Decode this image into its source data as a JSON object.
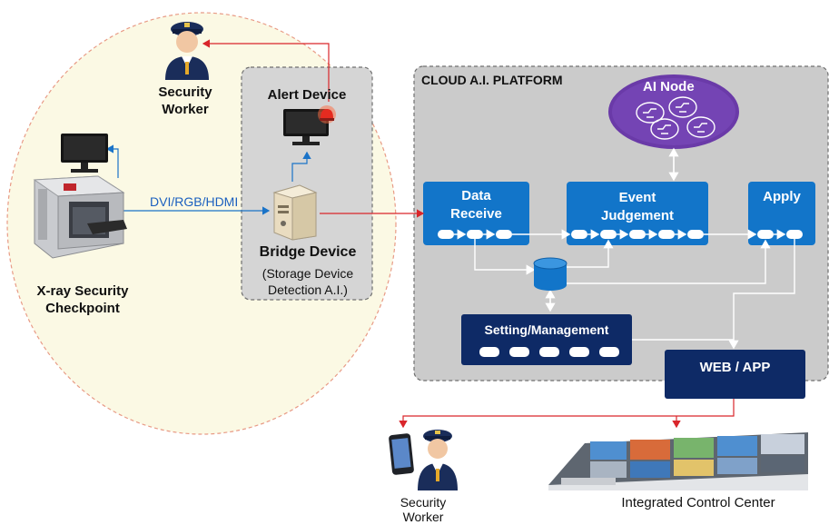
{
  "labels": {
    "security_worker_top": [
      "Security",
      "Worker"
    ],
    "alert_device": "Alert Device",
    "cable": "DVI/RGB/HDMI",
    "xray": [
      "X-ray Security",
      "Checkpoint"
    ],
    "bridge_title": "Bridge Device",
    "bridge_sub": [
      "(Storage Device",
      "Detection A.I.)"
    ],
    "platform_title": "CLOUD A.I. PLATFORM",
    "ai_node": "AI Node",
    "data_receive": [
      "Data",
      "Receive"
    ],
    "event_judgement": [
      "Event",
      "Judgement"
    ],
    "apply": "Apply",
    "setting": "Setting/Management",
    "web_app": "WEB / APP",
    "security_worker_bottom": [
      "Security",
      "Worker"
    ],
    "control_center": "Integrated Control Center"
  },
  "colors": {
    "module_blue": "#1275c9",
    "navy": "#0e2a66",
    "ai_purple": "#6a3aa8",
    "alert_red": "#d9262b",
    "field_fill": "#fbf9e4",
    "field_border": "#e89b86"
  },
  "icons": [
    "security-guard-icon",
    "monitor-icon",
    "alarm-light-icon",
    "server-icon",
    "xray-scanner-icon",
    "brain-icon",
    "database-icon",
    "smartphone-icon",
    "control-room-icon"
  ]
}
